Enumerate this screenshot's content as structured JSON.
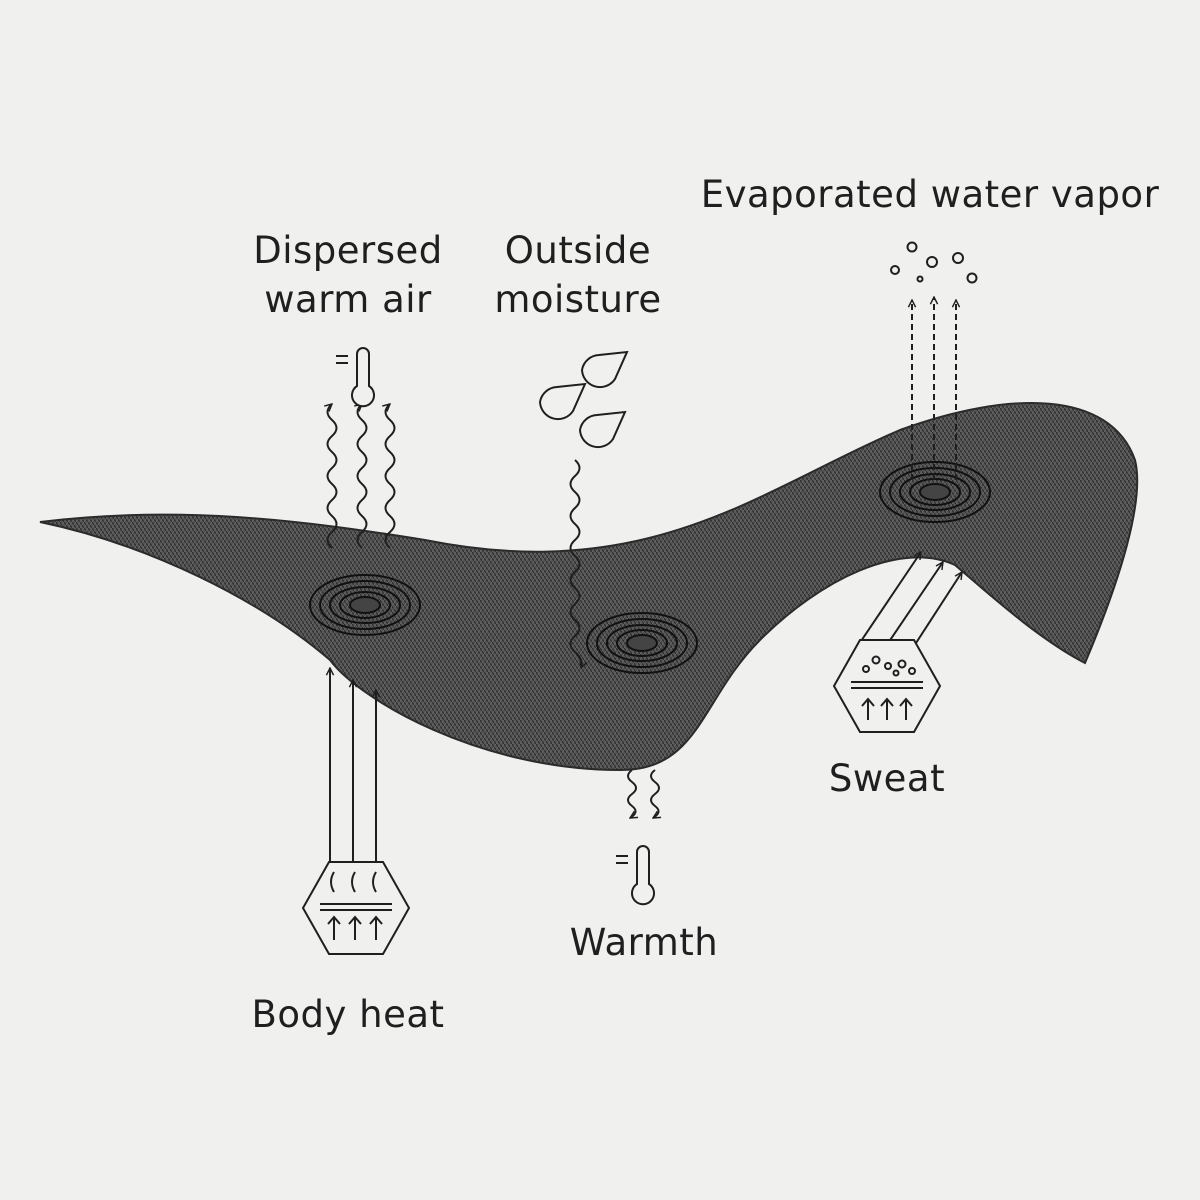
{
  "labels": {
    "dispersed_warm_air": [
      "Dispersed",
      "warm air"
    ],
    "outside_moisture": [
      "Outside",
      "moisture"
    ],
    "evaporated_water_vapor": "Evaporated water vapor",
    "sweat": "Sweat",
    "warmth": "Warmth",
    "body_heat": "Body heat"
  },
  "icons": {
    "fabric": "knit-fabric-layer",
    "thermometer": "thermometer-icon",
    "droplets": "water-droplet-icon",
    "body_heat": "body-heat-hexagon-icon",
    "sweat": "sweat-hexagon-icon",
    "vapor": "vapor-bubbles-icon"
  },
  "colors": {
    "background": "#f0f0ef",
    "fabric": "#4a4a4a",
    "line": "#1f1f1f"
  }
}
